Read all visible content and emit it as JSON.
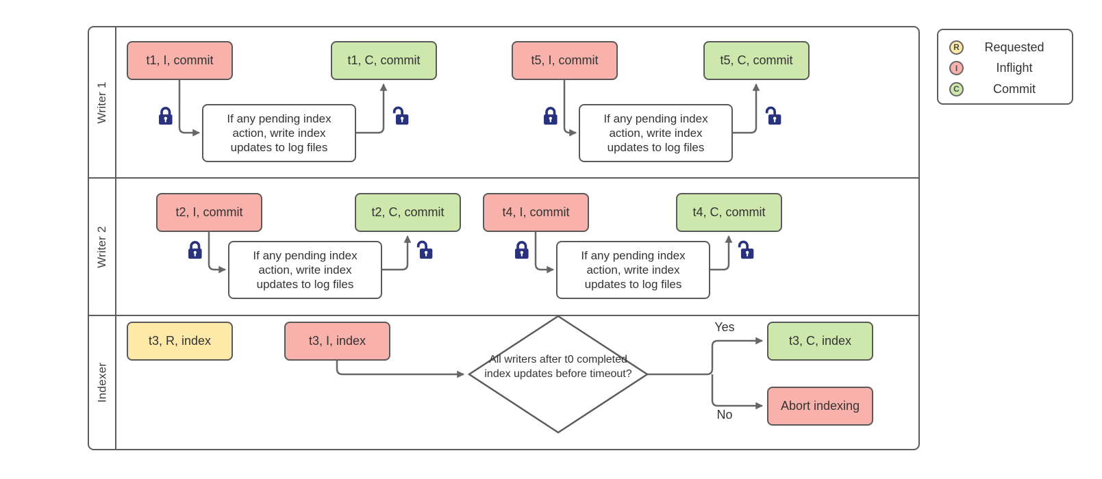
{
  "colors": {
    "inflight": "#f8b2ab",
    "commit": "#cde7ad",
    "requested": "#fdeaa9",
    "border": "#595959",
    "frame": "#5c5c5c",
    "connector": "#666666",
    "lock": "#28327e"
  },
  "lanes": {
    "writer1": "Writer 1",
    "writer2": "Writer 2",
    "indexer": "Indexer"
  },
  "shared": {
    "process_note": "If any pending index action, write index updates to log files"
  },
  "writer1": {
    "g1": {
      "inflight": "t1, I, commit",
      "commit": "t1, C, commit"
    },
    "g2": {
      "inflight": "t5, I, commit",
      "commit": "t5, C, commit"
    }
  },
  "writer2": {
    "g1": {
      "inflight": "t2, I, commit",
      "commit": "t2, C, commit"
    },
    "g2": {
      "inflight": "t4, I, commit",
      "commit": "t4, C, commit"
    }
  },
  "indexer": {
    "requested": "t3, R, index",
    "inflight": "t3, I, index",
    "decision": "All writers after t0 completed index updates before timeout?",
    "yes_label": "Yes",
    "no_label": "No",
    "commit": "t3, C, index",
    "abort": "Abort indexing"
  },
  "legend": {
    "items": [
      {
        "letter": "R",
        "label": "Requested"
      },
      {
        "letter": "I",
        "label": "Inflight"
      },
      {
        "letter": "C",
        "label": "Commit"
      }
    ]
  }
}
